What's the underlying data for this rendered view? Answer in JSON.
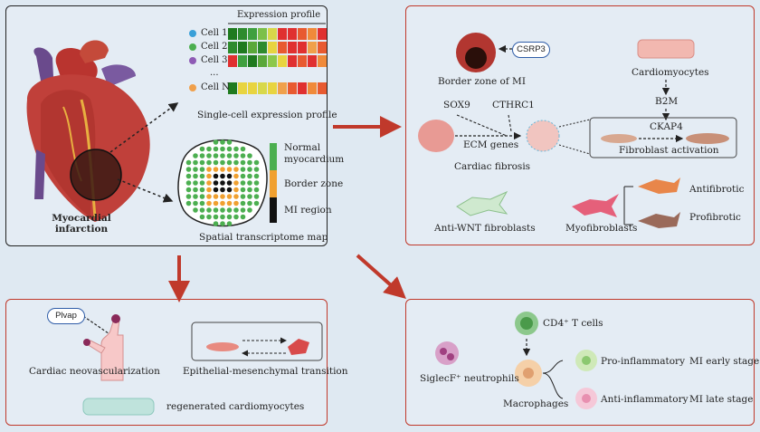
{
  "main": {
    "expression_profile_title": "Expression profile",
    "cells": [
      {
        "label": "Cell 1",
        "dot": "#3aa0d8"
      },
      {
        "label": "Cell 2",
        "dot": "#4caf50"
      },
      {
        "label": "Cell 3",
        "dot": "#8e5bb5"
      },
      {
        "label": "Cell N",
        "dot": "#f0a04b"
      }
    ],
    "ellipsis": "...",
    "single_cell_caption": "Single-cell expression profile",
    "heart_caption_line1": "Myocardial",
    "heart_caption_line2": "infarction",
    "spatial_caption": "Spatial transcriptome map",
    "legend": [
      {
        "label_line1": "Normal",
        "label_line2": "myocardium",
        "color": "#4caf50"
      },
      {
        "label_line1": "Border zone",
        "label_line2": "",
        "color": "#f0a030"
      },
      {
        "label_line1": "MI region",
        "label_line2": "",
        "color": "#111111"
      }
    ]
  },
  "fibrosis": {
    "csrp3": "CSRP3",
    "border_zone": "Border zone of MI",
    "cardiomyocytes": "Cardiomyocytes",
    "b2m": "B2M",
    "sox9": "SOX9",
    "cthrc1": "CTHRC1",
    "ckap4": "CKAP4",
    "ecm_genes": "ECM genes",
    "fibroblast_activation": "Fibroblast activation",
    "cardiac_fibrosis": "Cardiac fibrosis",
    "antifibrotic": "Antifibrotic",
    "profibrotic": "Profibrotic",
    "anti_wnt": "Anti-WNT fibroblasts",
    "myofibroblasts": "Myofibroblasts"
  },
  "vascular": {
    "plvap": "Plvap",
    "neovascularization": "Cardiac neovascularization",
    "emt": "Epithelial-mesenchymal transition",
    "regenerated": "regenerated cardiomyocytes"
  },
  "immune": {
    "cd4": "CD4⁺ T cells",
    "siglecf": "SiglecF⁺ neutrophils",
    "macrophages": "Macrophages",
    "pro": "Pro-inflammatory",
    "anti": "Anti-inflammatory",
    "early": "MI early stage",
    "late": "MI late stage"
  },
  "colors": {
    "arrow_red": "#c0392b",
    "panel_border_red": "#c0392b"
  }
}
